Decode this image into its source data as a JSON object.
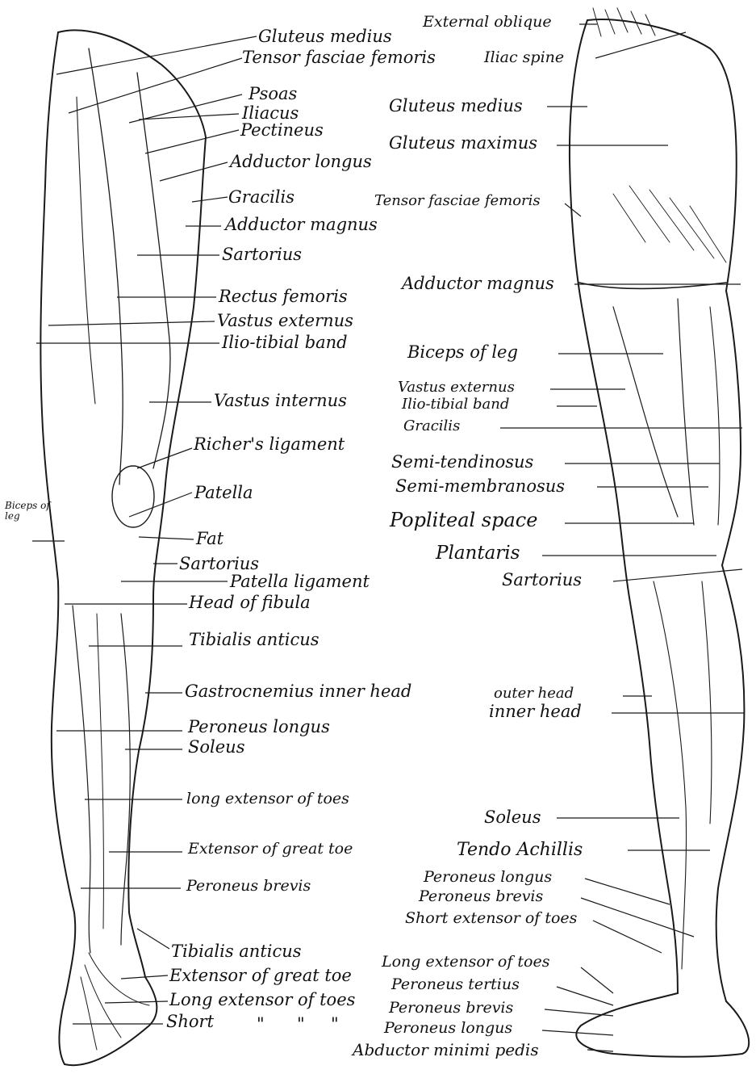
{
  "figure": {
    "left_leg_labels": [
      "Gluteus medius",
      "Tensor fasciae femoris",
      "Psoas",
      "Iliacus",
      "Pectineus",
      "Adductor longus",
      "Gracilis",
      "Adductor magnus",
      "Sartorius",
      "Rectus femoris",
      "Vastus externus",
      "Ilio-tibial band",
      "Vastus internus",
      "Richer's ligament",
      "Patella",
      "Biceps of leg",
      "Fat",
      "Sartorius",
      "Patella ligament",
      "Head of fibula",
      "Tibialis anticus",
      "Gastrocnemius inner head",
      "Peroneus longus",
      "Soleus",
      "long extensor of toes",
      "Extensor of great toe",
      "Peroneus brevis",
      "Tibialis anticus",
      "Extensor of great toe",
      "Long extensor of toes",
      "Short",
      "\"",
      "\"",
      "\""
    ],
    "right_leg_labels": [
      "External oblique",
      "Iliac spine",
      "Gluteus medius",
      "Gluteus maximus",
      "Tensor fasciae femoris",
      "Adductor magnus",
      "Biceps of leg",
      "Vastus externus",
      "Ilio-tibial band",
      "Gracilis",
      "Semi-tendinosus",
      "Semi-membranosus",
      "Popliteal space",
      "Plantaris",
      "Sartorius",
      "outer head",
      "inner head",
      "Soleus",
      "Tendo Achillis",
      "Peroneus longus",
      "Peroneus brevis",
      "Short extensor of toes",
      "Long extensor of toes",
      "Peroneus tertius",
      "Peroneus brevis",
      "Peroneus longus",
      "Abductor minimi pedis"
    ]
  }
}
